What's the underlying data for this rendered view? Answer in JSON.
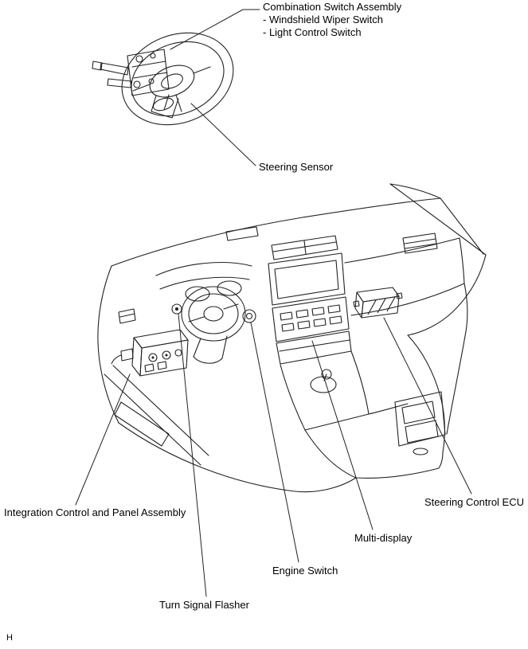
{
  "page": {
    "footer_mark": "H"
  },
  "labels": {
    "combination_switch": {
      "title": "Combination Switch Assembly",
      "sub1": "- Windshield Wiper Switch",
      "sub2": "- Light Control Switch"
    },
    "steering_sensor": "Steering Sensor",
    "integration_control_panel": "Integration Control and Panel Assembly",
    "steering_control_ecu": "Steering Control ECU",
    "multi_display": "Multi-display",
    "engine_switch": "Engine Switch",
    "turn_signal_flasher": "Turn Signal Flasher"
  },
  "style": {
    "line_color": "#222222",
    "text_color": "#000000",
    "background": "#ffffff"
  }
}
